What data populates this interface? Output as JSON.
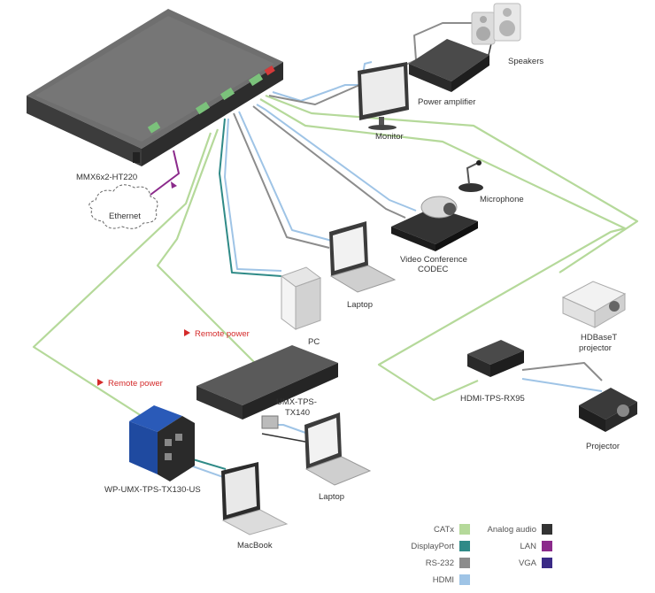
{
  "devices": {
    "matrix": "MMX6x2-HT220",
    "ethernet": "Ethernet",
    "speakers": "Speakers",
    "power_amplifier": "Power amplifier",
    "monitor": "Monitor",
    "microphone": "Microphone",
    "codec_line1": "Video Conference",
    "codec_line2": "CODEC",
    "laptop_top": "Laptop",
    "pc": "PC",
    "hdbaset_projector_line1": "HDBaseT",
    "hdbaset_projector_line2": "projector",
    "receiver": "HDMI-TPS-RX95",
    "projector": "Projector",
    "umx_line1": "UMX-TPS-",
    "umx_line2": "TX140",
    "laptop_bottom": "Laptop",
    "wallplate": "WP-UMX-TPS-TX130-US",
    "macbook": "MacBook"
  },
  "annotations": {
    "remote_power_1": "Remote power",
    "remote_power_2": "Remote power"
  },
  "legend": [
    {
      "label": "CATx",
      "color": "#b5d99a"
    },
    {
      "label": "DisplayPort",
      "color": "#2f8a87"
    },
    {
      "label": "RS-232",
      "color": "#8c8c8c"
    },
    {
      "label": "HDMI",
      "color": "#9fc4e6"
    },
    {
      "label": "Analog audio",
      "color": "#333333"
    },
    {
      "label": "LAN",
      "color": "#8b2a8b"
    },
    {
      "label": "VGA",
      "color": "#3a2a86"
    }
  ]
}
